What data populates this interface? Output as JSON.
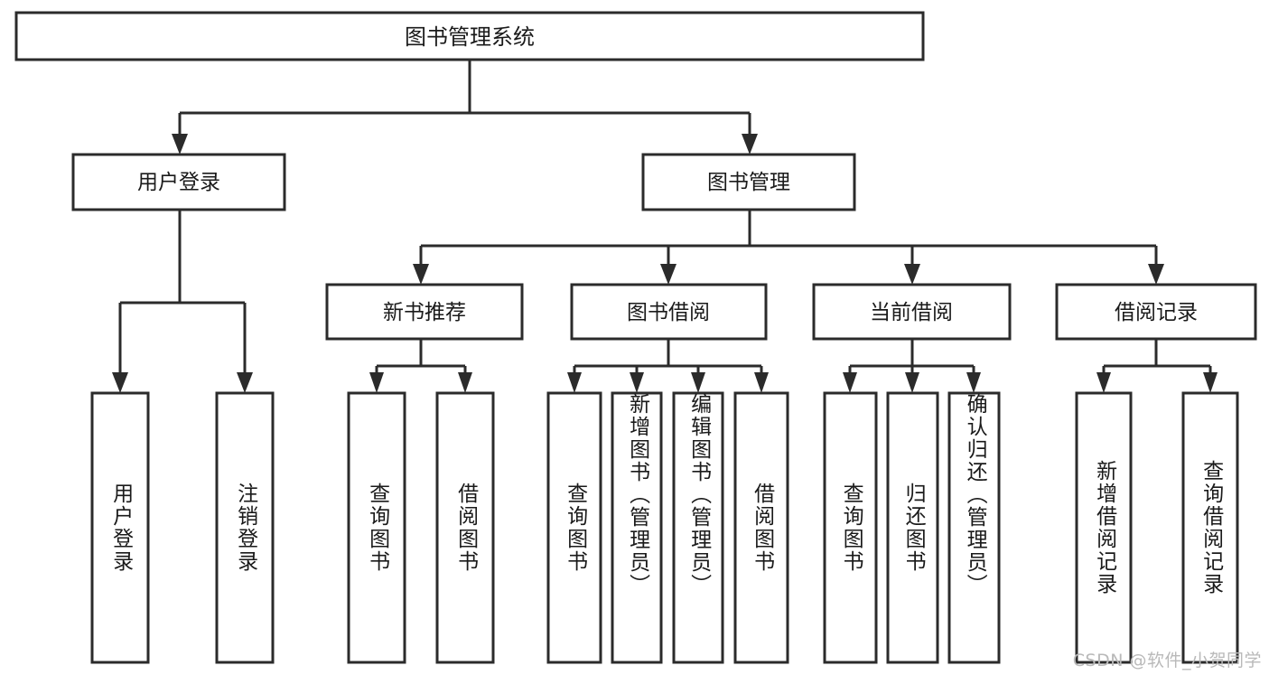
{
  "diagram": {
    "title": "图书管理系统",
    "type": "tree-hierarchy",
    "orientation": "top-down",
    "colors": {
      "box_stroke": "#2b2b2b",
      "box_fill": "#ffffff",
      "connector": "#2b2b2b",
      "text": "#1a1a1a",
      "background": "#ffffff",
      "watermark": "#b9b9b9"
    }
  },
  "root": {
    "label": "图书管理系统"
  },
  "level2": [
    {
      "label": "用户登录"
    },
    {
      "label": "图书管理"
    }
  ],
  "level3": [
    {
      "label": "新书推荐"
    },
    {
      "label": "图书借阅"
    },
    {
      "label": "当前借阅"
    },
    {
      "label": "借阅记录"
    }
  ],
  "leaves": {
    "user_login": [
      {
        "label": "用户登录"
      },
      {
        "label": "注销登录"
      }
    ],
    "new_book_recommend": [
      {
        "label": "查询图书"
      },
      {
        "label": "借阅图书"
      }
    ],
    "book_borrow": [
      {
        "label": "查询图书"
      },
      {
        "label": "新增图书（管理员）"
      },
      {
        "label": "编辑图书（管理员）"
      },
      {
        "label": "借阅图书"
      }
    ],
    "current_borrow": [
      {
        "label": "查询图书"
      },
      {
        "label": "归还图书"
      },
      {
        "label": "确认归还（管理员）"
      }
    ],
    "borrow_record": [
      {
        "label": "新增借阅记录"
      },
      {
        "label": "查询借阅记录"
      }
    ]
  },
  "watermark": {
    "text": "CSDN @软件_小贺同学"
  }
}
